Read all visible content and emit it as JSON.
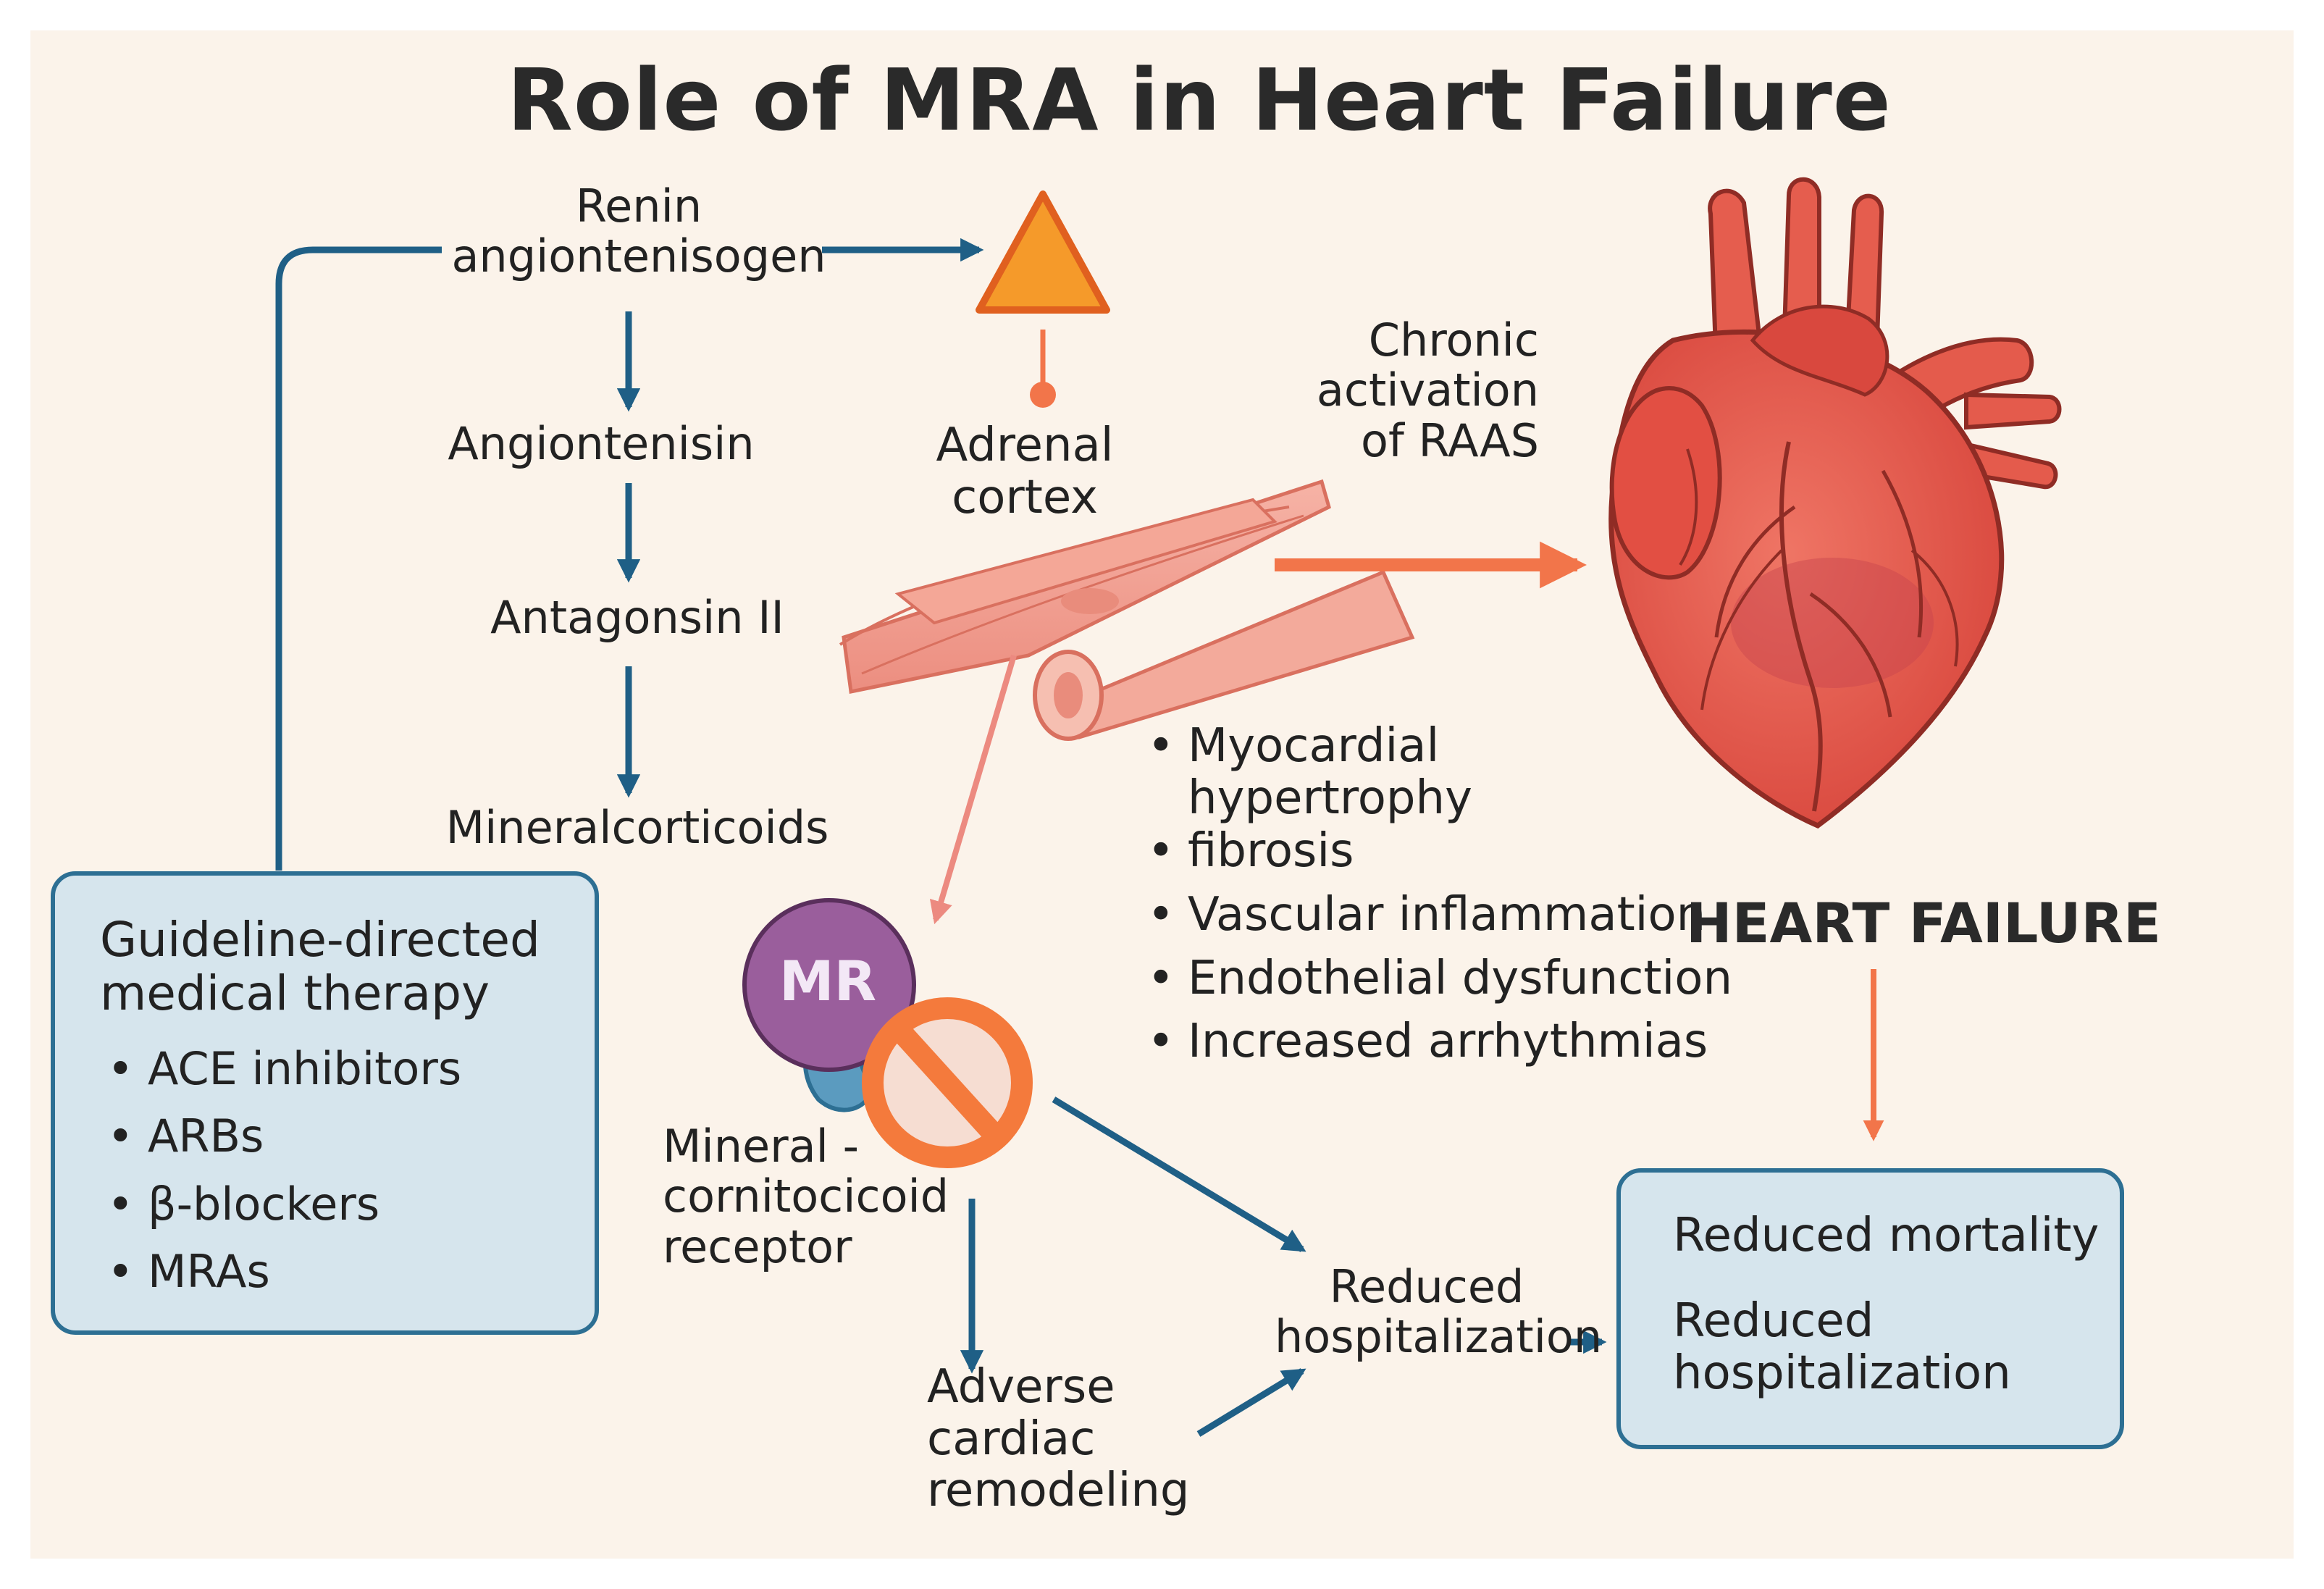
{
  "title": "Role of MRA in Heart Failure",
  "pathway": {
    "steps": [
      "Renin\nangiontenisogen",
      "Angiontenisin",
      "Antagonsin II",
      "Mineralcorticoids"
    ],
    "adrenal_label": "Adrenal\ncortex",
    "chronic_label": "Chronic\nactivation\nof RAAS"
  },
  "gdmt_box": {
    "heading": "Guideline-directed\nmedical therapy",
    "items": [
      "ACE inhibitors",
      "ARBs",
      "β-blockers",
      "MRAs"
    ]
  },
  "receptor": {
    "badge": "MR",
    "label": "Mineral -\ncornitocicoid\nreceptor"
  },
  "effects": [
    "Myocardial\nhypertrophy",
    "fibrosis",
    "Vascular inflammation",
    "Endothelial dysfunction",
    "Increased arrhythmias"
  ],
  "heart_failure_label": "HEART FAILURE",
  "adverse_label": "Adverse\ncardiac\nremodeling",
  "reduced_hosp_label": "Reduced\nhospitalization",
  "outcomes_box": {
    "items": [
      "Reduced mortality",
      "Reduced\nhospitalization"
    ]
  },
  "colors": {
    "background": "#fbf3ea",
    "box_fill": "#d6e5ed",
    "box_border": "#2d6f93",
    "blue_arrow": "#1f5f86",
    "orange_arrow": "#f2754a",
    "pink_arrow": "#ec8a80",
    "heart_red": "#e25a4c",
    "mr_purple": "#9a5e9c",
    "prohibit_orange": "#f47a3c",
    "adrenal_orange": "#f59a2a"
  }
}
